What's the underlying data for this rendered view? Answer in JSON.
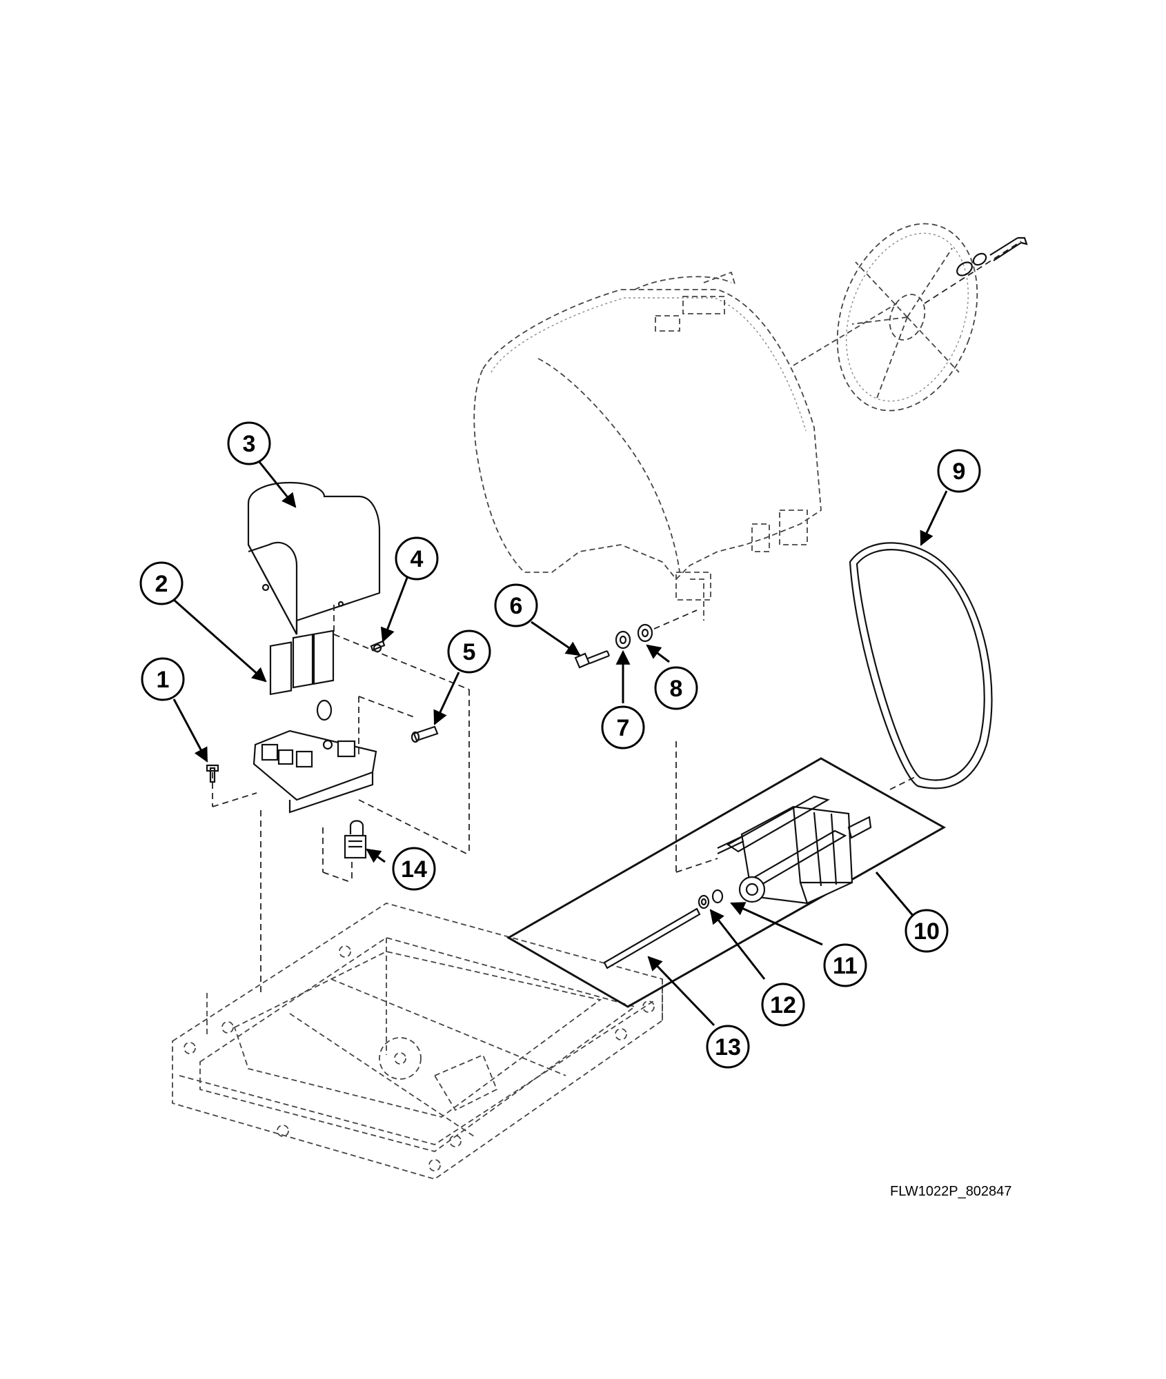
{
  "drawing_code": "FLW1022P_802847",
  "callouts": [
    "1",
    "2",
    "3",
    "4",
    "5",
    "6",
    "7",
    "8",
    "9",
    "10",
    "11",
    "12",
    "13",
    "14"
  ]
}
